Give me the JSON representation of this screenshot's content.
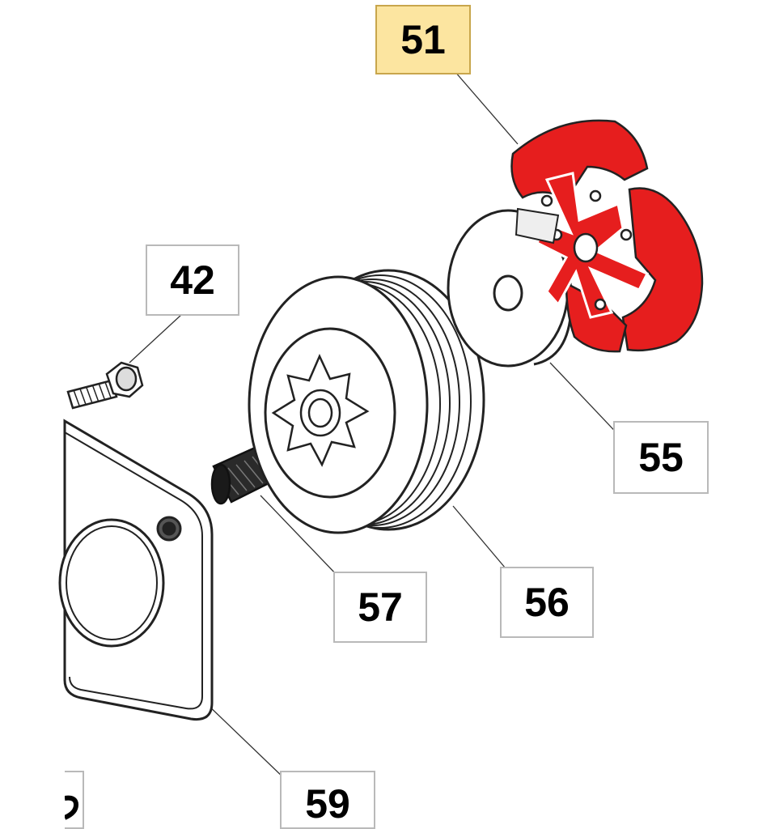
{
  "callouts": [
    {
      "id": "51",
      "label": "51",
      "highlighted": true
    },
    {
      "id": "42",
      "label": "42",
      "highlighted": false
    },
    {
      "id": "55",
      "label": "55",
      "highlighted": false
    },
    {
      "id": "56",
      "label": "56",
      "highlighted": false
    },
    {
      "id": "57",
      "label": "57",
      "highlighted": false
    },
    {
      "id": "59",
      "label": "59",
      "highlighted": false
    }
  ],
  "colors": {
    "highlight_fill": "#fce5a0",
    "selected_part": "#e61e1e",
    "line": "#222222",
    "callout_border": "#b9b9b9"
  }
}
